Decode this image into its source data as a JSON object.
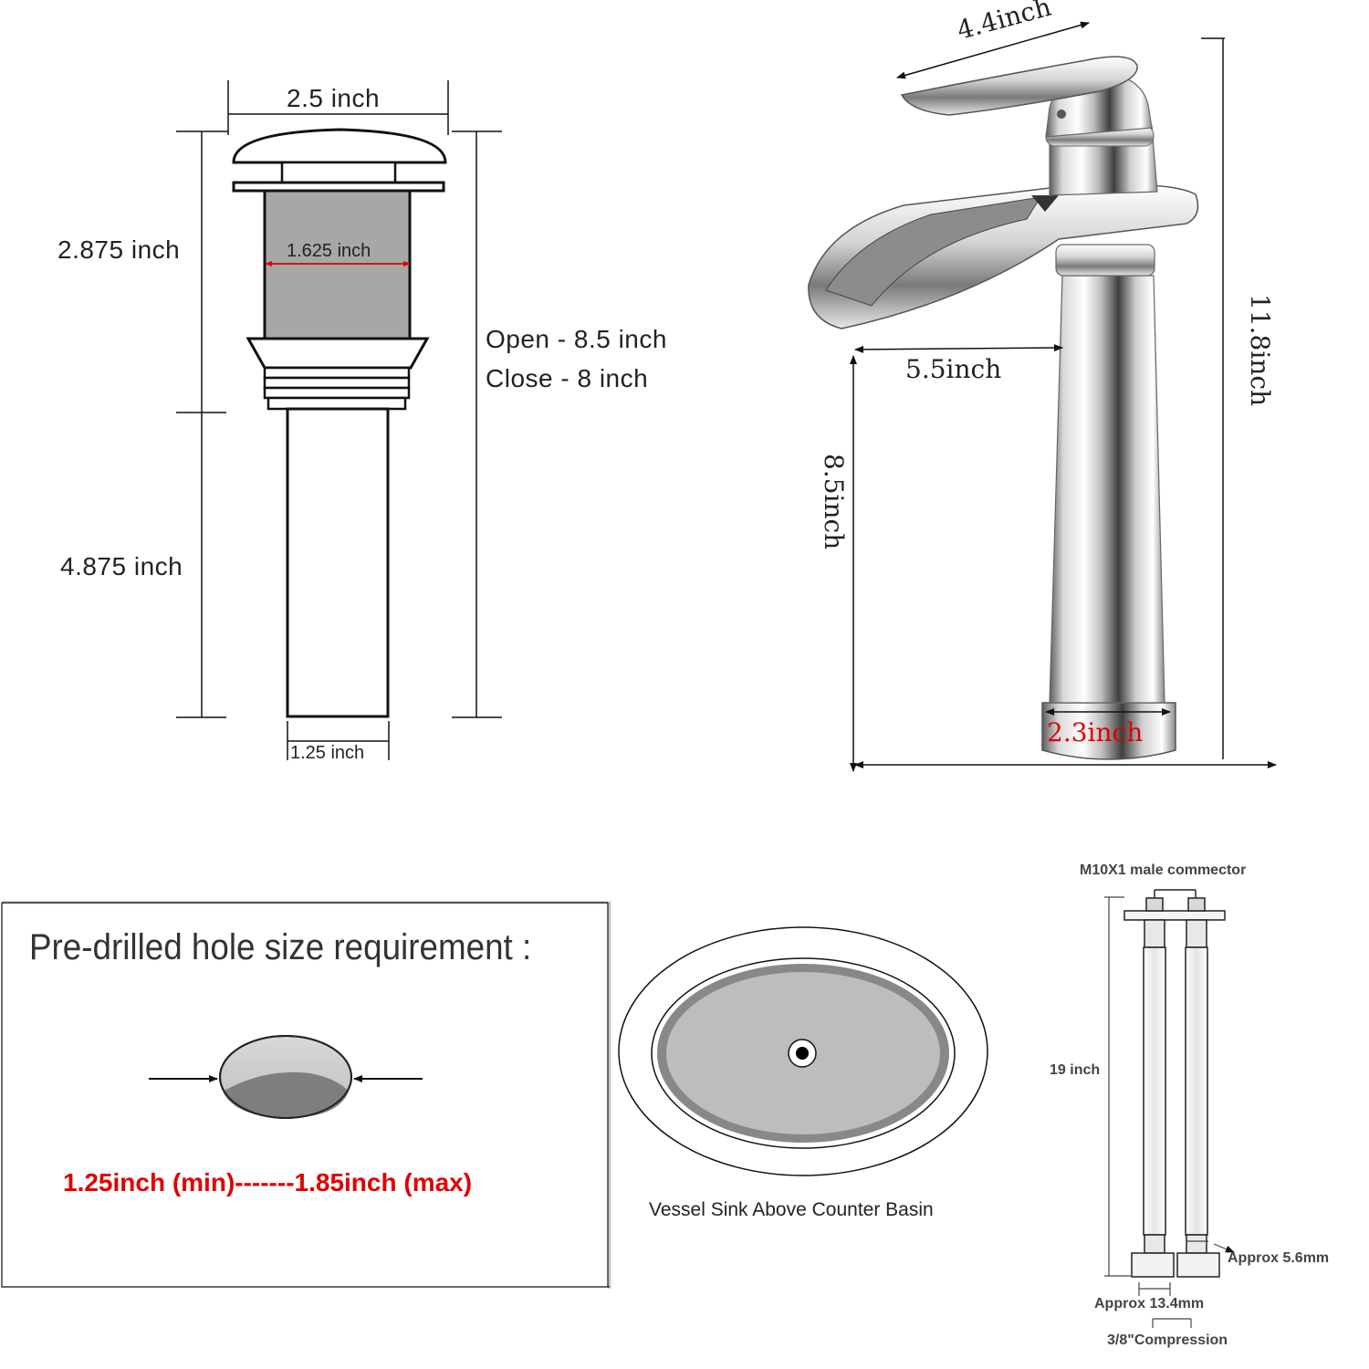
{
  "drain": {
    "cap_width": "2.5 inch",
    "upper_height": "2.875 inch",
    "inner_diameter": "1.625 inch",
    "lower_height": "4.875 inch",
    "pipe_width": "1.25 inch",
    "length_open": "Open - 8.5 inch",
    "length_close": "Close - 8 inch"
  },
  "faucet": {
    "handle_length": "4.4inch",
    "total_height": "11.8inch",
    "spout_reach": "5.5inch",
    "spout_height": "8.5inch",
    "base_diameter": "2.3inch"
  },
  "hole": {
    "title": "Pre-drilled hole size requirement :",
    "range": "1.25inch (min)-------1.85inch (max)"
  },
  "sink": {
    "caption": "Vessel Sink Above Counter  Basin"
  },
  "hose": {
    "connector": "M10X1 male commector",
    "length": "19 inch",
    "nut_gap": "Approx 5.6mm",
    "nut_width": "Approx 13.4mm",
    "compression": "3/8\"Compression"
  },
  "colors": {
    "line": "#111111",
    "accent_red": "#e00000",
    "drain_fill": "#a7a7a7",
    "chrome_light": "#f2f2f2",
    "chrome_dark": "#6e6e6e"
  }
}
